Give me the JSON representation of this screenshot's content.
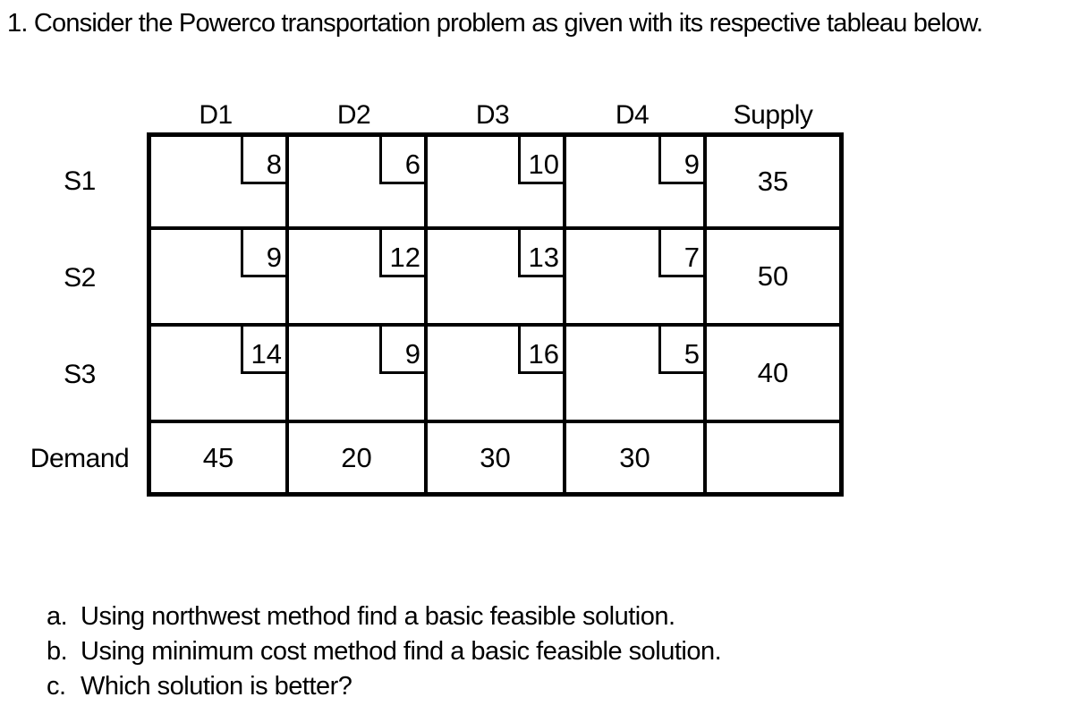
{
  "title": "1. Consider the Powerco transportation problem as given with its respective tableau below.",
  "colors": {
    "ink": "#000000",
    "background": "#ffffff"
  },
  "table": {
    "col_headers": [
      "D1",
      "D2",
      "D3",
      "D4",
      "Supply"
    ],
    "rows": [
      {
        "label": "S1",
        "costs": [
          "8",
          "6",
          "10",
          "9"
        ],
        "supply": "35"
      },
      {
        "label": "S2",
        "costs": [
          "9",
          "12",
          "13",
          "7"
        ],
        "supply": "50"
      },
      {
        "label": "S3",
        "costs": [
          "14",
          "9",
          "16",
          "5"
        ],
        "supply": "40"
      }
    ],
    "demand": {
      "label": "Demand",
      "values": [
        "45",
        "20",
        "30",
        "30"
      ]
    }
  },
  "questions": [
    {
      "marker": "a.",
      "text": "Using northwest method find a basic feasible solution."
    },
    {
      "marker": "b.",
      "text": "Using minimum cost method find a basic feasible solution."
    },
    {
      "marker": "c.",
      "text": "Which solution is better?"
    }
  ]
}
